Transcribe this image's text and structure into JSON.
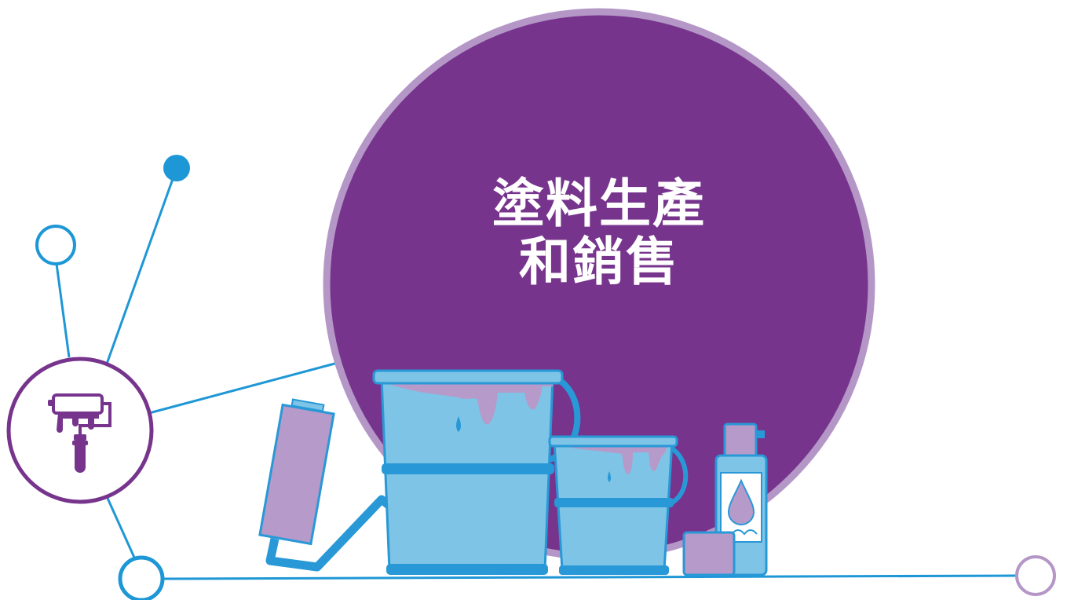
{
  "title": {
    "line1": "塗料生產",
    "line2": "和銷售"
  },
  "colors": {
    "circle_fill": "#77348d",
    "circle_ring": "#b497c7",
    "network_line": "#1e97d6",
    "bucket_fill": "#7dc4e6",
    "bucket_stroke": "#2898d7",
    "paint": "#b69ac9",
    "icon_purple": "#77348d"
  },
  "icons": {
    "badge": "paint-roller-icon",
    "illustration": "paint-buckets-illustration"
  }
}
